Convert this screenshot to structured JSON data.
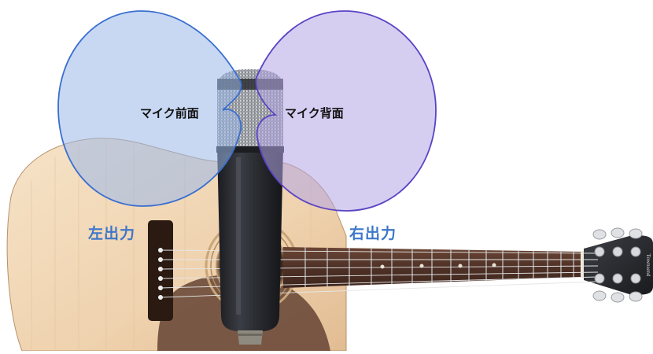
{
  "labels": {
    "mic_front": "マイク前面",
    "mic_back": "マイク背面",
    "left_output": "左出力",
    "right_output": "右出力"
  },
  "headstock_brand": "Townsend",
  "colors": {
    "front_pattern_fill": "#9bb8ea",
    "front_pattern_stroke": "#3a6fcf",
    "back_pattern_fill": "#b3a6e6",
    "back_pattern_stroke": "#5a43c4",
    "output_label": "#3d77c9",
    "mic_body": "#2a2c31",
    "guitar_top": "#f0d5b4",
    "fretboard": "#5a3a2c"
  }
}
